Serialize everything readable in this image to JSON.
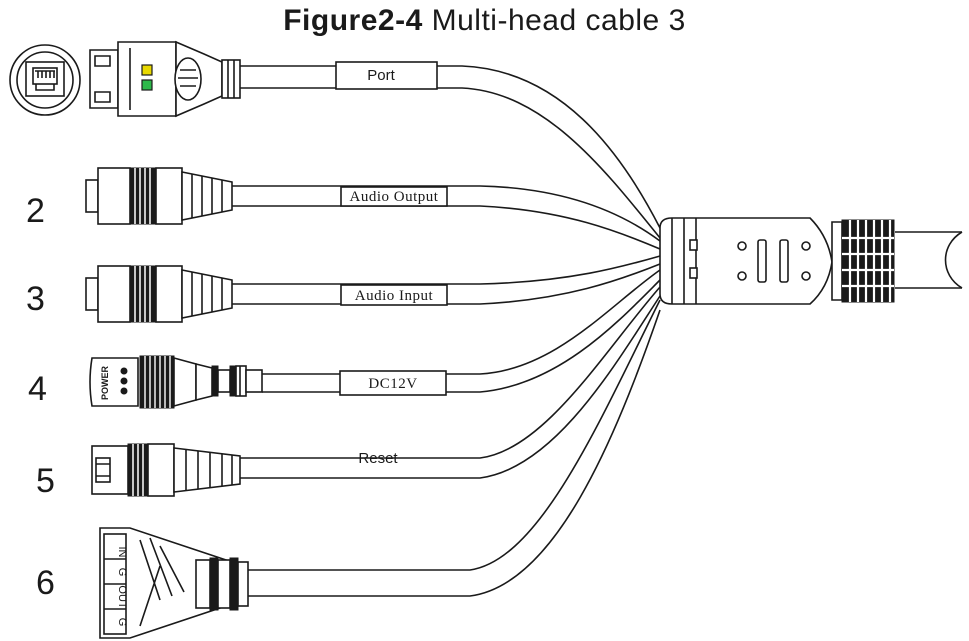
{
  "title": {
    "figure": "Figure2-4",
    "caption": "Multi-head cable 3"
  },
  "connectors": [
    {
      "number": "",
      "label": "Port"
    },
    {
      "number": "2",
      "label": "Audio Output"
    },
    {
      "number": "3",
      "label": "Audio Input"
    },
    {
      "number": "4",
      "label": "DC12V",
      "marking": "POWER"
    },
    {
      "number": "5",
      "label": "Reset"
    },
    {
      "number": "6",
      "label": "",
      "terminals": [
        "IN",
        "G",
        "OUT",
        "G"
      ]
    }
  ],
  "colors": {
    "line": "#1a1a1a",
    "led_yellow": "#e8d800",
    "led_green": "#2db84a"
  }
}
